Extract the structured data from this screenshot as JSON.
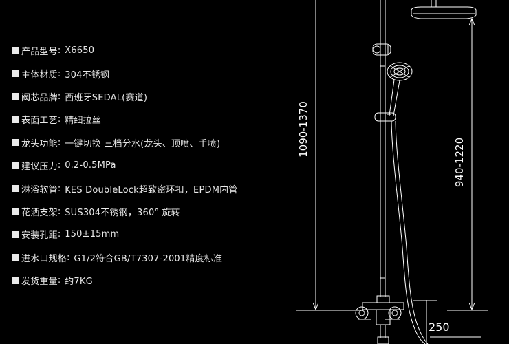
{
  "specs": [
    {
      "label": "产品型号",
      "value": "X6650"
    },
    {
      "label": "主体材质",
      "value": "304不锈钢"
    },
    {
      "label": "阀芯品牌",
      "value": "西班牙SEDAL(赛道)"
    },
    {
      "label": "表面工艺",
      "value": "精细拉丝"
    },
    {
      "label": "龙头功能",
      "value": "一键切换  三档分水(龙头、顶喷、手喷)"
    },
    {
      "label": "建议压力",
      "value": "0.2-0.5MPa"
    },
    {
      "label": "淋浴软管",
      "value": "KES DoubleLock超致密环扣，EPDM内管"
    },
    {
      "label": "花洒支架",
      "value": "SUS304不锈钢，360° 旋转"
    },
    {
      "label": "安装孔距",
      "value": "150±15mm"
    },
    {
      "label": "进水口规格",
      "value": "G1/2符合GB/T7307-2001精度标准"
    },
    {
      "label": "发货重量",
      "value": "约7KG"
    }
  ],
  "separator": ":",
  "drawing": {
    "dim_overall_height": "1090-1370",
    "dim_head_height": "940-1220",
    "dim_bottom": "250"
  },
  "colors": {
    "background": "#000000",
    "line": "#ffffff",
    "text": "#e9e9e9"
  }
}
